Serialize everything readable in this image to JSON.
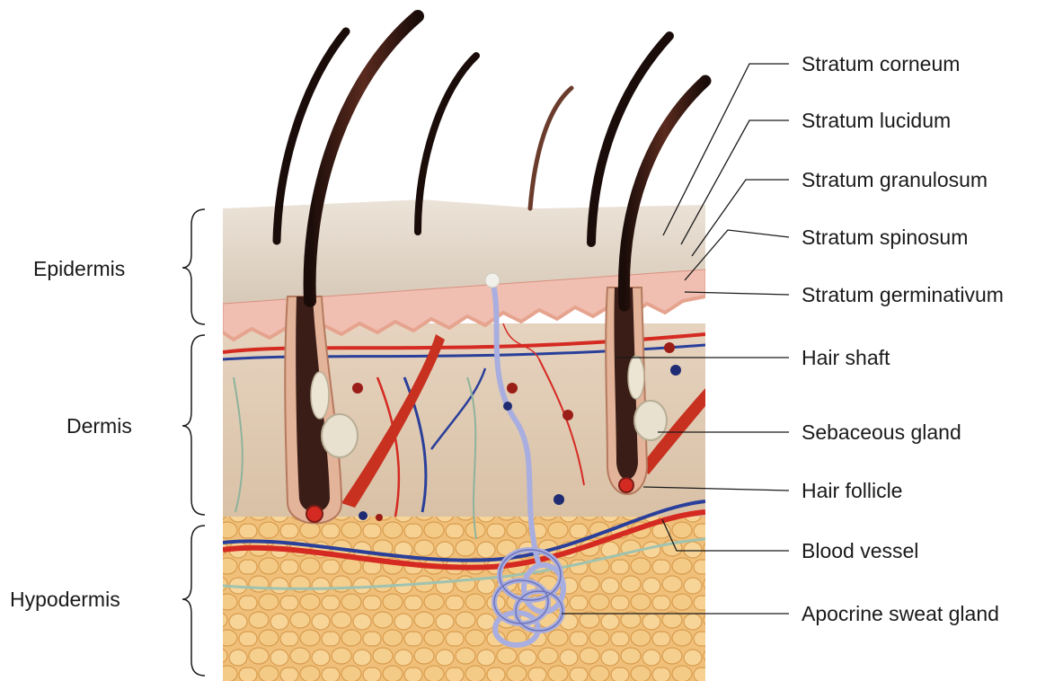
{
  "title": "",
  "regions": [
    {
      "key": "epidermis",
      "label": "Epidermis"
    },
    {
      "key": "dermis",
      "label": "Dermis"
    },
    {
      "key": "hypodermis",
      "label": "Hypodermis"
    }
  ],
  "callouts": [
    {
      "key": "stratum-corneum",
      "label": "Stratum corneum"
    },
    {
      "key": "stratum-lucidum",
      "label": "Stratum lucidum"
    },
    {
      "key": "stratum-granulosum",
      "label": "Stratum granulosum"
    },
    {
      "key": "stratum-spinosum",
      "label": "Stratum spinosum"
    },
    {
      "key": "stratum-germinativum",
      "label": "Stratum germinativum"
    },
    {
      "key": "hair-shaft",
      "label": "Hair shaft"
    },
    {
      "key": "sebaceous-gland",
      "label": "Sebaceous gland"
    },
    {
      "key": "hair-follicle",
      "label": "Hair follicle"
    },
    {
      "key": "blood-vessel",
      "label": "Blood vessel"
    },
    {
      "key": "apocrine-sweat-gland",
      "label": "Apocrine sweat gland"
    }
  ],
  "colors": {
    "surface": "#e4d9cc",
    "epidermis_pink": "#f0bfb2",
    "dermis": "#e2cdb6",
    "hypodermis_fat": "#f0c07a",
    "artery": "#d52a22",
    "vein": "#2a3f9a",
    "hair": "#2a1612",
    "sweat_gland": "#a9aee0",
    "leader_line": "#1a1a1a"
  }
}
